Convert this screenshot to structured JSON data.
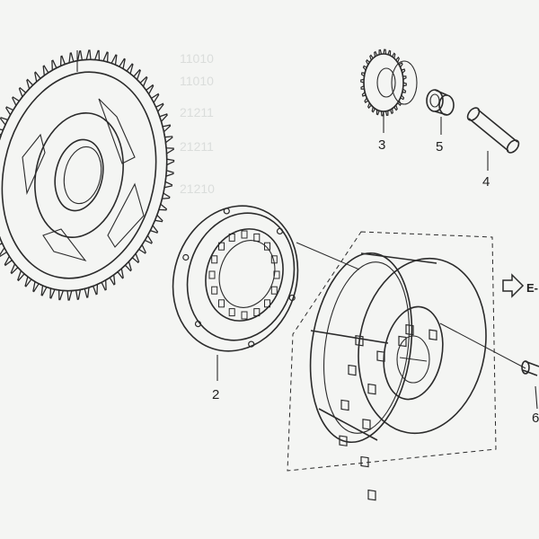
{
  "callouts": [
    {
      "id": "label-2",
      "text": "2"
    },
    {
      "id": "label-3",
      "text": "3"
    },
    {
      "id": "label-4",
      "text": "4"
    },
    {
      "id": "label-5",
      "text": "5"
    },
    {
      "id": "label-6",
      "text": "6"
    }
  ],
  "ref_arrow_text": "E-",
  "ghost_text": [
    "11010",
    "11010",
    "21211",
    "21211",
    "21210"
  ],
  "colors": {
    "line": "#2b2b2b",
    "background": "#f4f5f3"
  }
}
